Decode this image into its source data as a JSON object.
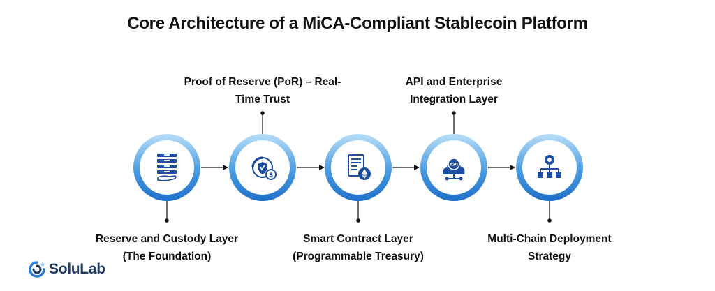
{
  "title": "Core Architecture of a MiCA-Compliant Stablecoin Platform",
  "steps": [
    {
      "label_line1": "Reserve and Custody Layer",
      "label_line2": "(The Foundation)",
      "icon": "layered-vault-icon",
      "label_position": "bottom"
    },
    {
      "label_line1": "Proof of Reserve (PoR) – Real-",
      "label_line2": "Time Trust",
      "icon": "shield-coin-icon",
      "label_position": "top"
    },
    {
      "label_line1": "Smart Contract Layer",
      "label_line2": "(Programmable Treasury)",
      "icon": "smart-contract-icon",
      "label_position": "bottom"
    },
    {
      "label_line1": "API and Enterprise",
      "label_line2": "Integration Layer",
      "icon": "api-cloud-icon",
      "label_position": "top"
    },
    {
      "label_line1": "Multi-Chain Deployment",
      "label_line2": "Strategy",
      "icon": "network-hierarchy-icon",
      "label_position": "bottom"
    }
  ],
  "brand": {
    "name": "SoluLab",
    "primary_color": "#2b7bd1",
    "light_color": "#9fd0f5",
    "icon_color": "#1f4fa0"
  }
}
